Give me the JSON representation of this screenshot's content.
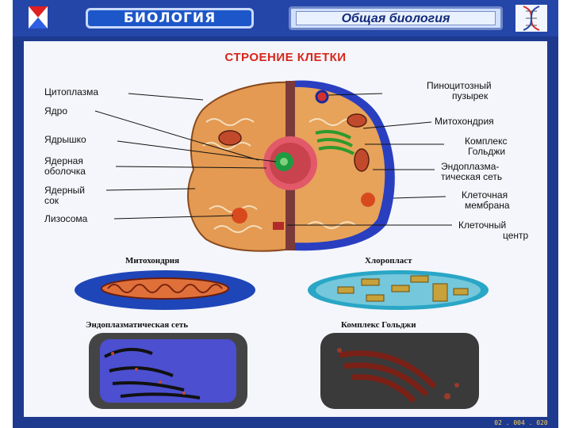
{
  "header": {
    "badge_text": "БИОЛОГИЯ",
    "subject_text": "Общая биология"
  },
  "poster": {
    "title": "СТРОЕНИЕ КЛЕТКИ",
    "labels_left": {
      "cytoplasm": "Цитоплазма",
      "nucleus": "Ядро",
      "nucleolus": "Ядрышко",
      "nuclear_envelope_1": "Ядерная",
      "nuclear_envelope_2": "оболочка",
      "nuclear_sap_1": "Ядерный",
      "nuclear_sap_2": "сок",
      "lysosome": "Лизосома"
    },
    "labels_right": {
      "pinocytic_1": "Пиноцитозный",
      "pinocytic_2": "пузырек",
      "mitochondrion": "Митохондрия",
      "golgi_1": "Комплекс",
      "golgi_2": "Гольджи",
      "er_1": "Эндоплазма-",
      "er_2": "тическая сеть",
      "membrane_1": "Клеточная",
      "membrane_2": "мембрана",
      "centre_1": "Клеточный",
      "centre_2": "центр"
    },
    "panels": {
      "mito": "Митохондрия",
      "chloro": "Хлоропласт",
      "er": "Эндоплазматическая сеть",
      "golgi": "Комплекс Гольджи"
    }
  },
  "footer": {
    "code": "02 . 004 . 020"
  },
  "colors": {
    "frame": "#1d3a8f",
    "title_red": "#d7261b",
    "cytoplasm": "#e7a35a",
    "membrane": "#2a3fc0"
  }
}
